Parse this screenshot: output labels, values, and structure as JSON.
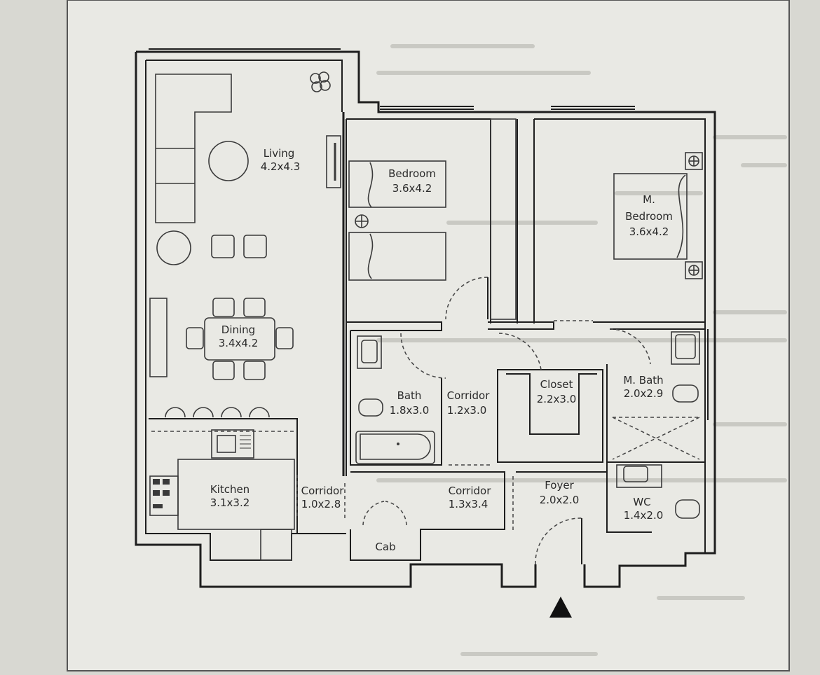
{
  "rooms": {
    "living": {
      "name": "Living",
      "size": "4.2x4.3"
    },
    "bedroom": {
      "name": "Bedroom",
      "size": "3.6x4.2"
    },
    "master_bedroom": {
      "name": "M.",
      "name2": "Bedroom",
      "size": "3.6x4.2"
    },
    "dining": {
      "name": "Dining",
      "size": "3.4x4.2"
    },
    "bath": {
      "name": "Bath",
      "size": "1.8x3.0"
    },
    "corridor_a": {
      "name": "Corridor",
      "size": "1.2x3.0"
    },
    "closet": {
      "name": "Closet",
      "size": "2.2x3.0"
    },
    "master_bath": {
      "name": "M. Bath",
      "size": "2.0x2.9"
    },
    "kitchen": {
      "name": "Kitchen",
      "size": "3.1x3.2"
    },
    "corridor_b": {
      "name": "Corridor",
      "size": "1.0x2.8"
    },
    "corridor_c": {
      "name": "Corridor",
      "size": "1.3x3.4"
    },
    "foyer": {
      "name": "Foyer",
      "size": "2.0x2.0"
    },
    "wc": {
      "name": "WC",
      "size": "1.4x2.0"
    },
    "cab": {
      "name": "Cab"
    }
  },
  "colors": {
    "paper": "#e9e9e4",
    "wall": "#1e1e1e",
    "furniture": "#3a3a3a",
    "background": "#d8d8d2"
  }
}
